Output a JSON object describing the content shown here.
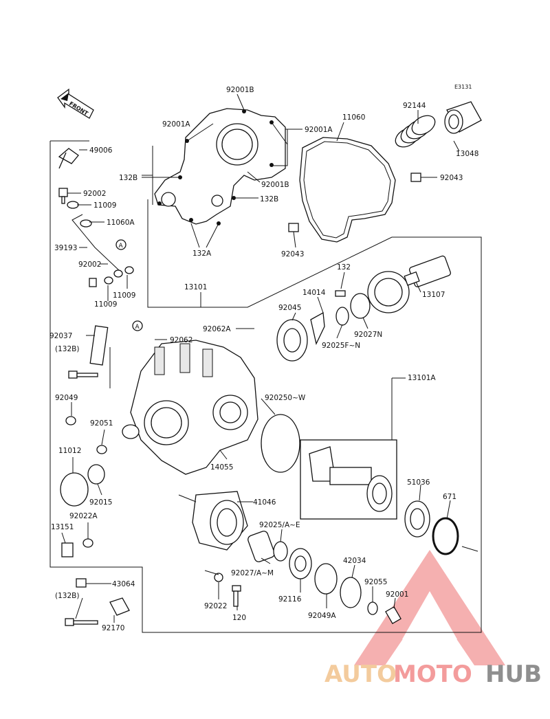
{
  "diagram_code": "E3131",
  "front_indicator": "FRONT",
  "callout_a": "A",
  "watermark": {
    "part1": "AUTO",
    "part2": "MOTO",
    "part3": "HUB"
  },
  "parts": [
    "92001B",
    "92001A",
    "92001A",
    "11060",
    "92144",
    "132B",
    "92001B",
    "132B",
    "13048",
    "92043",
    "49006",
    "92002",
    "11009",
    "11060A",
    "39193",
    "92043",
    "132A",
    "92002",
    "11009",
    "11009",
    "13101",
    "132",
    "14014",
    "92045",
    "13107",
    "92027N",
    "92025F~N",
    "92062A",
    "92062",
    "92037",
    "(132B)",
    "13101A",
    "92049",
    "920250~W",
    "92051",
    "11012",
    "14055",
    "92015",
    "92022A",
    "13151",
    "41046",
    "51036",
    "671",
    "92025/A~E",
    "92027/A~M",
    "42034",
    "92055",
    "43064",
    "92001",
    "(132B)",
    "92022",
    "92116",
    "92049A",
    "120",
    "92170"
  ]
}
